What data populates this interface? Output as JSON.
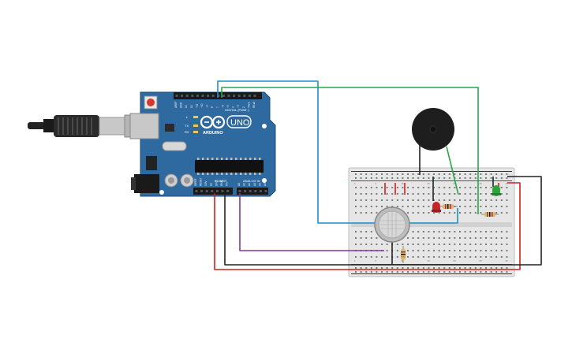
{
  "arduino": {
    "logo_text": "ARDUINO",
    "model": "UNO",
    "digital_header": "DIGITAL (PWM~)",
    "power_header": "POWER",
    "analog_header": "ANALOG IN",
    "digital_pins": [
      "AREF",
      "GND",
      "13",
      "12",
      "~11",
      "~10",
      "~9",
      "8",
      "7",
      "~6",
      "~5",
      "4",
      "~3",
      "2",
      "TX▸1",
      "RX◂0"
    ],
    "power_pins": [
      "IOREF",
      "RESET",
      "3.3V",
      "5V",
      "GND",
      "GND",
      "Vin"
    ],
    "analog_pins": [
      "A0",
      "A1",
      "A2",
      "A3",
      "A4",
      "A5"
    ],
    "led_labels": [
      "L",
      "TX",
      "RX"
    ],
    "reset_label": "RESET"
  },
  "breadboard": {
    "column_numbers": [
      "1",
      "5",
      "10",
      "15",
      "20",
      "25",
      "30"
    ]
  },
  "components": [
    {
      "name": "piezo-buzzer",
      "kind": "buzzer"
    },
    {
      "name": "red-led",
      "kind": "led",
      "color": "#c0262a"
    },
    {
      "name": "green-led",
      "kind": "led",
      "color": "#2fa33a"
    },
    {
      "name": "gas-sensor",
      "kind": "sensor"
    },
    {
      "name": "resistor-1",
      "kind": "resistor"
    },
    {
      "name": "resistor-2",
      "kind": "resistor"
    },
    {
      "name": "resistor-3",
      "kind": "resistor"
    }
  ],
  "colors": {
    "board": "#2e6aa0",
    "wire_red": "#d11f1f",
    "wire_black": "#222222",
    "wire_blue": "#1f8fc9",
    "wire_green": "#2fa34a",
    "wire_purple": "#7a3a9c",
    "breadboard": "#e6e6e6"
  }
}
